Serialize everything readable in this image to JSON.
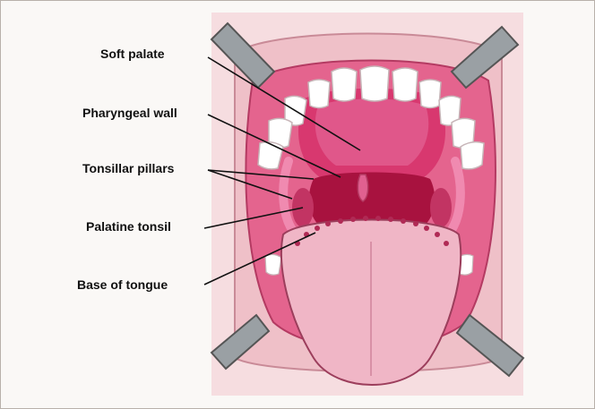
{
  "labels": [
    {
      "id": "soft-palate",
      "text": "Soft palate"
    },
    {
      "id": "pharyngeal-wall",
      "text": "Pharyngeal wall"
    },
    {
      "id": "tonsillar-pillars",
      "text": "Tonsillar pillars"
    },
    {
      "id": "palatine-tonsil",
      "text": "Palatine tonsil"
    },
    {
      "id": "base-of-tongue",
      "text": "Base of tongue"
    }
  ],
  "colors": {
    "outer_lip": "#f2c9cf",
    "mouth_inner": "#e25a86",
    "throat": "#b5164a",
    "palate": "#d83a72",
    "tongue": "#f0b4c4",
    "teeth": "#ffffff",
    "retractor": "#9aa0a4"
  }
}
